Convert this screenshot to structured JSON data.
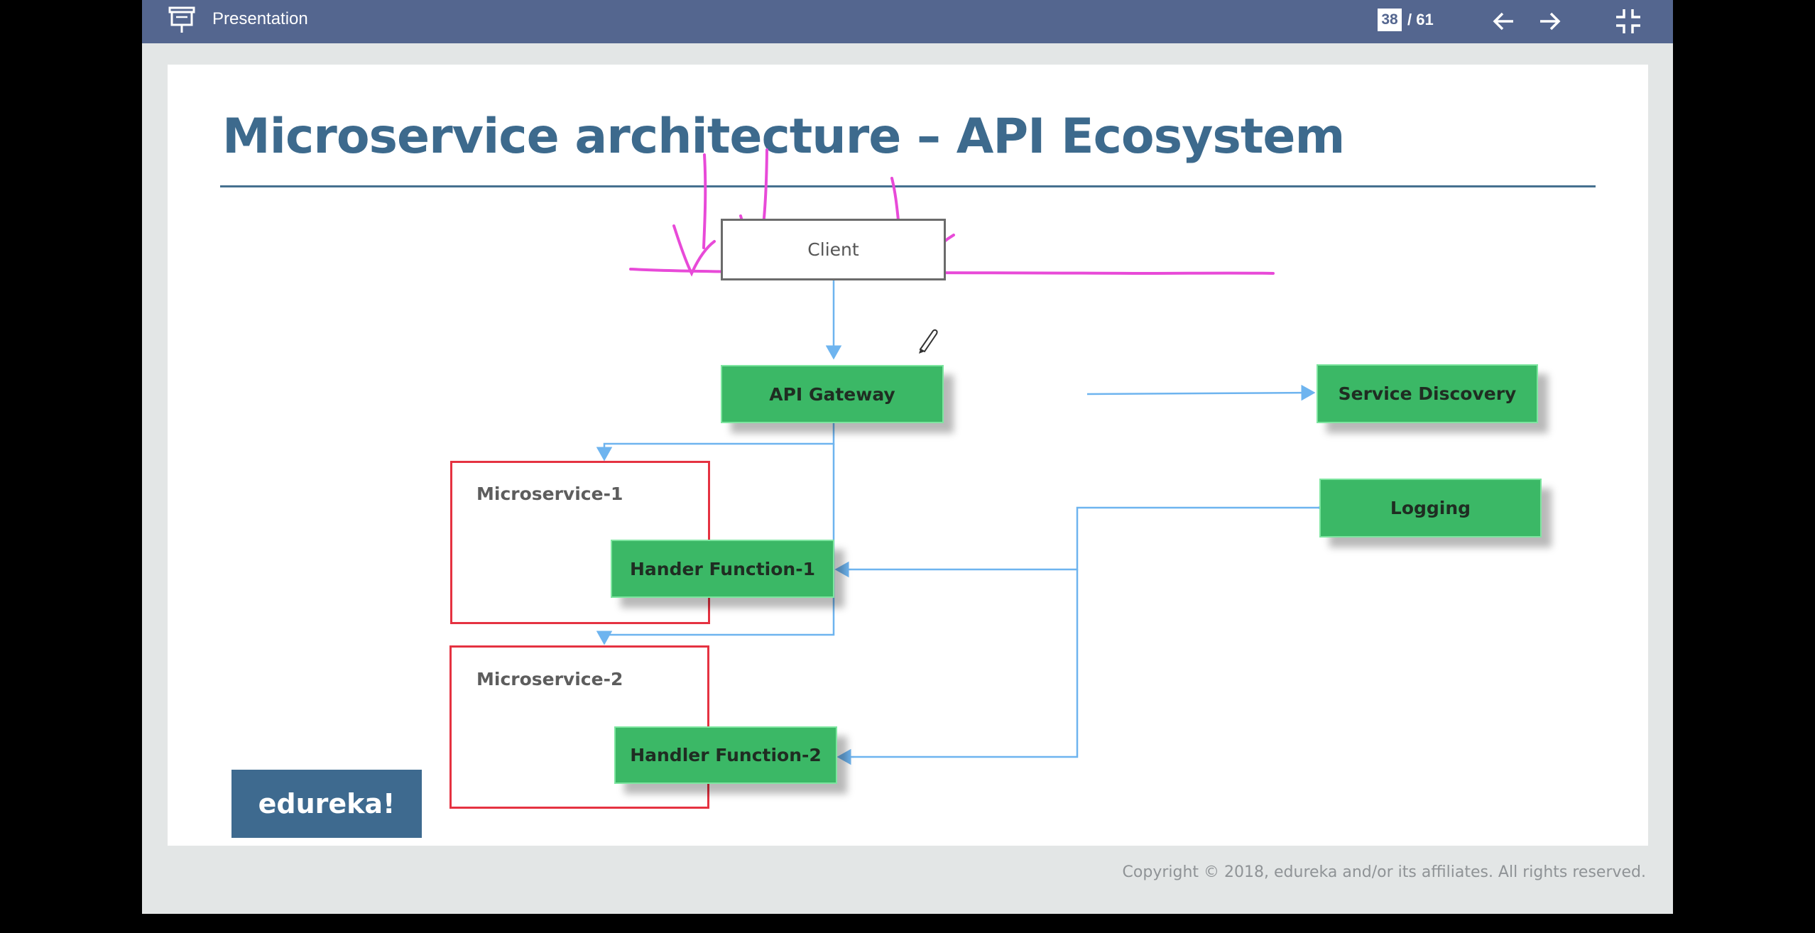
{
  "topbar": {
    "title": "Presentation",
    "icon": "presentation-icon",
    "current_page": "38",
    "page_total": "/ 61",
    "prev_icon": "arrow-left-icon",
    "next_icon": "arrow-right-icon",
    "exit_icon": "exit-fullscreen-icon"
  },
  "slide": {
    "title": "Microservice architecture – API Ecosystem",
    "nodes": {
      "client": "Client",
      "api_gateway": "API Gateway",
      "service_discovery": "Service Discovery",
      "logging": "Logging",
      "handler_1": "Hander Function-1",
      "handler_2": "Handler Function-2"
    },
    "groups": {
      "ms1": "Microservice-1",
      "ms2": "Microservice-2"
    },
    "brand": "edureka!",
    "copyright": "Copyright © 2018, edureka and/or its affiliates. All rights reserved."
  },
  "annotations": {
    "pen_cursor_icon": "pen-cursor-icon",
    "ink_color": "#e84ad8"
  },
  "colors": {
    "topbar": "#54668f",
    "title": "#3d6a8d",
    "node_green": "#3bb866",
    "connector": "#6eb4ef",
    "group_border": "#e53241"
  }
}
